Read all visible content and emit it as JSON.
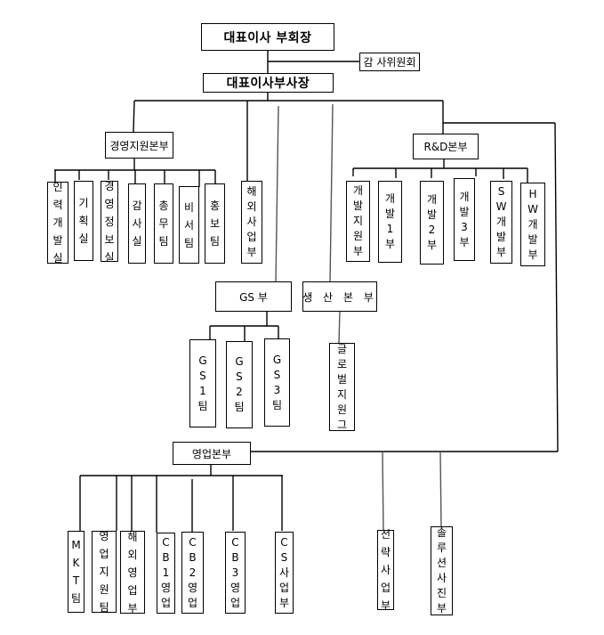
{
  "title": "조직도",
  "top": {
    "chairman": "대표이사 부회장",
    "audit_committee": "감 사위원회",
    "president": "대표이사부사장"
  },
  "management_support": {
    "label": "경영지원본부",
    "units": [
      "인력개발실",
      "기획실",
      "경영정보실",
      "감사실",
      "총무팀",
      "비서팀",
      "홍보팀"
    ]
  },
  "overseas_business": "해외사업부",
  "rnd": {
    "label": "R&D본부",
    "units": [
      "개발지원부",
      "개발1부",
      "개발2부",
      "개발3부",
      "SW개발부",
      "HW개발부"
    ]
  },
  "gs": {
    "label": "GS 부",
    "units": [
      "GS1팀",
      "GS2팀",
      "GS3팀"
    ]
  },
  "production": {
    "label": "생 산 본 부",
    "units": [
      "글로벌지원그"
    ]
  },
  "sales": {
    "label": "영업본부",
    "units": [
      "MKT팀",
      "영업지원팀",
      "해외영업부",
      "CB1영업",
      "CB2영업",
      "CB3영업",
      "CS사업부"
    ]
  },
  "strategy": "전략사업부",
  "solution": "솔루션사진부"
}
